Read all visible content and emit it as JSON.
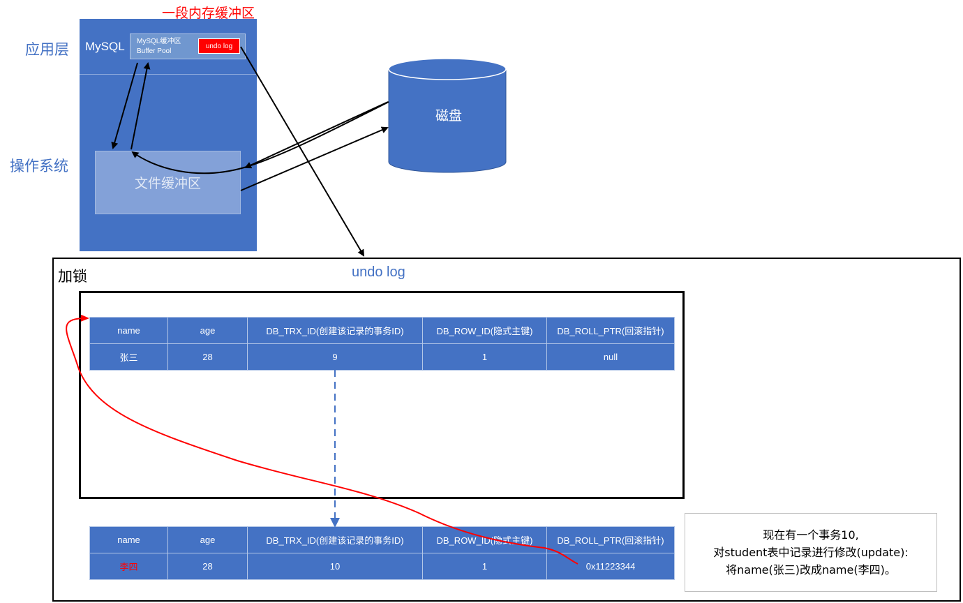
{
  "labels": {
    "memory_buffer": "一段内存缓冲区",
    "app_layer": "应用层",
    "os_layer": "操作系统",
    "mysql": "MySQL",
    "buffer_pool_line1": "MySQL缓冲区",
    "buffer_pool_line2": "Buffer Pool",
    "undo_log_box": "undo log",
    "file_buffer": "文件缓冲区",
    "disk": "磁盘",
    "lock": "加锁",
    "undo_log_title": "undo log"
  },
  "table_top": {
    "headers": [
      "name",
      "age",
      "DB_TRX_ID(创建该记录的事务ID)",
      "DB_ROW_ID(隐式主键)",
      "DB_ROLL_PTR(回滚指针)"
    ],
    "row": [
      "张三",
      "28",
      "9",
      "1",
      "null"
    ]
  },
  "table_bottom": {
    "headers": [
      "name",
      "age",
      "DB_TRX_ID(创建该记录的事务ID)",
      "DB_ROW_ID(隐式主键)",
      "DB_ROLL_PTR(回滚指针)"
    ],
    "row": [
      "李四",
      "28",
      "10",
      "1",
      "0x11223344"
    ]
  },
  "note": {
    "line1": "现在有一个事务10,",
    "line2": "对student表中记录进行修改(update):",
    "line3": "将name(张三)改成name(李四)。"
  },
  "colors": {
    "block_blue": "#4472c4",
    "light_blue": "#8faadc",
    "accent_red": "#ff0000"
  }
}
